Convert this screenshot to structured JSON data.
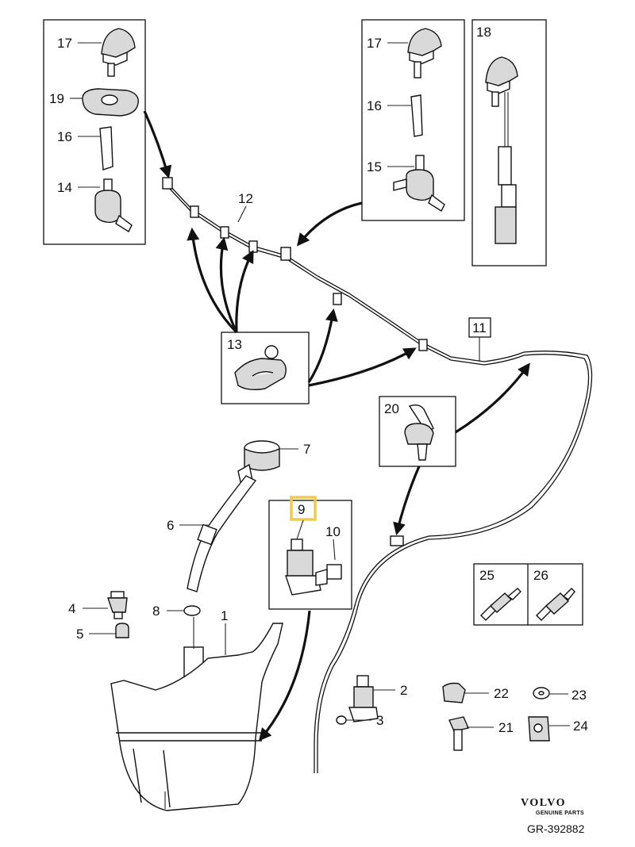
{
  "callouts": {
    "c1": "1",
    "c2": "2",
    "c3": "3",
    "c4": "4",
    "c5": "5",
    "c6": "6",
    "c7": "7",
    "c8": "8",
    "c9": "9",
    "c10": "10",
    "c11": "11",
    "c12": "12",
    "c13": "13",
    "c14": "14",
    "c15": "15",
    "c16a": "16",
    "c16b": "16",
    "c17a": "17",
    "c17b": "17",
    "c18": "18",
    "c19": "19",
    "c20": "20",
    "c21": "21",
    "c22": "22",
    "c23": "23",
    "c24": "24",
    "c25": "25",
    "c26": "26"
  },
  "brand": {
    "name": "VOLVO",
    "tagline": "GENUINE PARTS"
  },
  "reference": "GR-392882",
  "colors": {
    "highlight": "#f2c94c",
    "line": "#111111",
    "part_fill": "#ffffff",
    "shade": "#d9d9d9"
  }
}
